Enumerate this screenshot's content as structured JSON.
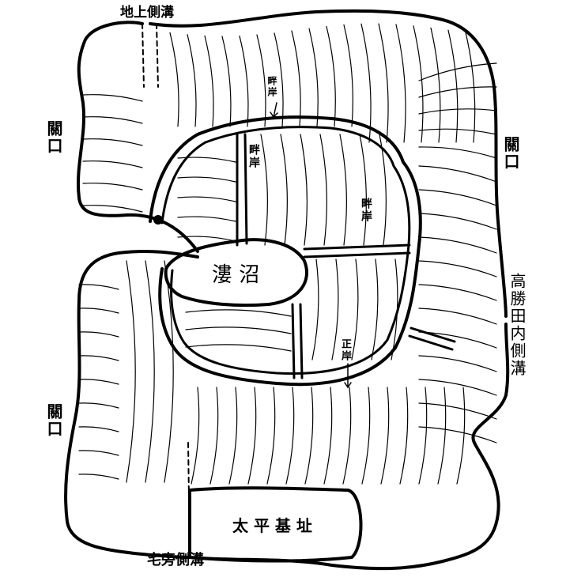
{
  "labels": {
    "top_ditch": "地上側溝",
    "outlet_left_top": "關口",
    "outlet_right": "關口",
    "outlet_left_bottom": "關口",
    "ridge_1": "畔岸",
    "ridge_2": "畔岸",
    "ridge_3": "畔岸",
    "pond": "漊 沼",
    "right_ditch": "高勝田内側溝",
    "main_ridge": "正岸",
    "foundation": "太 平 基 址",
    "house_ditch": "宅旁側溝"
  },
  "colors": {
    "ink": "#000000",
    "paper": "#ffffff"
  }
}
